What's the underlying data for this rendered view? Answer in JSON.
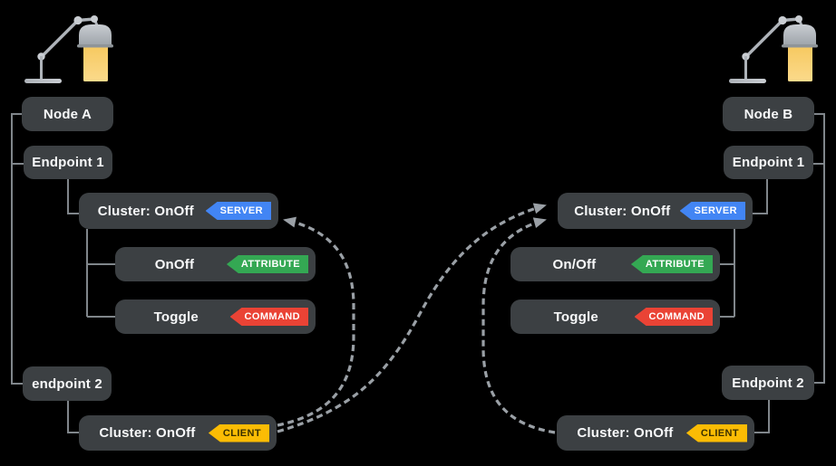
{
  "colors": {
    "background": "#000000",
    "box_bg": "#3C4043",
    "box_text": "#F8F9FA",
    "server_badge_bg": "#4285F4",
    "attribute_badge_bg": "#34A853",
    "command_badge_bg": "#EA4335",
    "client_badge_bg": "#FBBC04",
    "client_badge_text": "#3A3000",
    "badge_text": "#FFFFFF",
    "connector": "#80868B",
    "arrow": "#9AA0A6"
  },
  "node_a": {
    "title": "Node A",
    "endpoint1": "Endpoint 1",
    "server_cluster": {
      "label": "Cluster: OnOff",
      "badge": "SERVER"
    },
    "attribute": {
      "label": "OnOff",
      "badge": "ATTRIBUTE"
    },
    "command": {
      "label": "Toggle",
      "badge": "COMMAND"
    },
    "endpoint2": "endpoint 2",
    "client_cluster": {
      "label": "Cluster: OnOff",
      "badge": "CLIENT"
    }
  },
  "node_b": {
    "title": "Node B",
    "endpoint1": "Endpoint 1",
    "server_cluster": {
      "label": "Cluster: OnOff",
      "badge": "SERVER"
    },
    "attribute": {
      "label": "On/Off",
      "badge": "ATTRIBUTE"
    },
    "command": {
      "label": "Toggle",
      "badge": "COMMAND"
    },
    "endpoint2": "Endpoint 2",
    "client_cluster": {
      "label": "Cluster: OnOff",
      "badge": "CLIENT"
    }
  },
  "icons": {
    "node_a_lamp": "desk-lamp-icon",
    "node_b_lamp": "desk-lamp-icon"
  },
  "connections": [
    {
      "from": "node-a-client-cluster",
      "to": "node-a-server-cluster",
      "style": "dashed-arrow"
    },
    {
      "from": "node-a-client-cluster",
      "to": "node-b-server-cluster",
      "style": "dashed-arrow"
    },
    {
      "from": "node-b-client-cluster",
      "to": "node-b-server-cluster",
      "style": "dashed-arrow"
    }
  ]
}
